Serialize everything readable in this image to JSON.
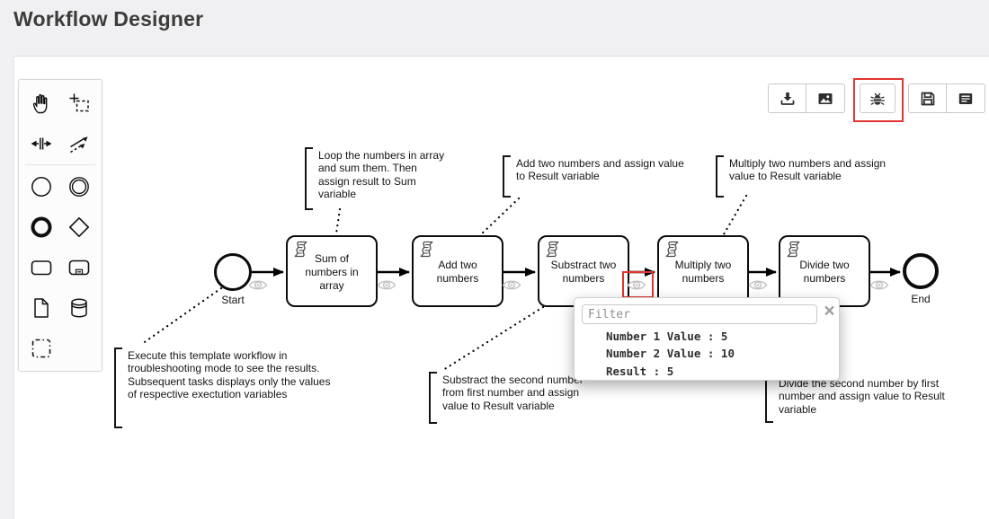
{
  "header": {
    "title": "Workflow Designer"
  },
  "toolbar": {
    "highlight_color": "#e3342f",
    "buttons": [
      {
        "icon": "export-download-icon"
      },
      {
        "icon": "export-image-icon"
      },
      {
        "icon": "debug-bug-icon",
        "highlighted": true
      },
      {
        "icon": "save-icon"
      },
      {
        "icon": "form-list-icon"
      }
    ]
  },
  "palette": {
    "tools": [
      "hand-tool",
      "lasso-tool",
      "space-tool",
      "global-connect-tool",
      "create-start-event",
      "create-intermediate-event",
      "create-end-event",
      "create-gateway",
      "create-task",
      "create-subprocess",
      "create-data-object",
      "create-data-store",
      "create-participant"
    ]
  },
  "diagram": {
    "start_label": "Start",
    "end_label": "End",
    "tasks": [
      {
        "label": "Sum of numbers in array"
      },
      {
        "label": "Add two numbers"
      },
      {
        "label": "Substract two numbers"
      },
      {
        "label": "Multiply two numbers"
      },
      {
        "label": "Divide two numbers"
      }
    ],
    "annotations": [
      {
        "text": "Loop the numbers in array and sum them. Then assign result to Sum variable"
      },
      {
        "text": "Add two numbers and assign value to Result variable"
      },
      {
        "text": "Multiply two numbers and assign value to Result variable"
      },
      {
        "text": "Execute this template workflow in troubleshooting mode to see the results. Subsequent tasks displays only the values of respective exectution variables"
      },
      {
        "text": "Substract the second number from first number and assign value to Result variable"
      },
      {
        "text": "Divide the second number by first number and assign value to Result variable"
      }
    ]
  },
  "popup": {
    "filter_placeholder": "Filter",
    "close_glyph": "×",
    "rows": [
      "Number 1 Value : 5",
      "Number 2 Value : 10",
      "Result : 5"
    ]
  }
}
